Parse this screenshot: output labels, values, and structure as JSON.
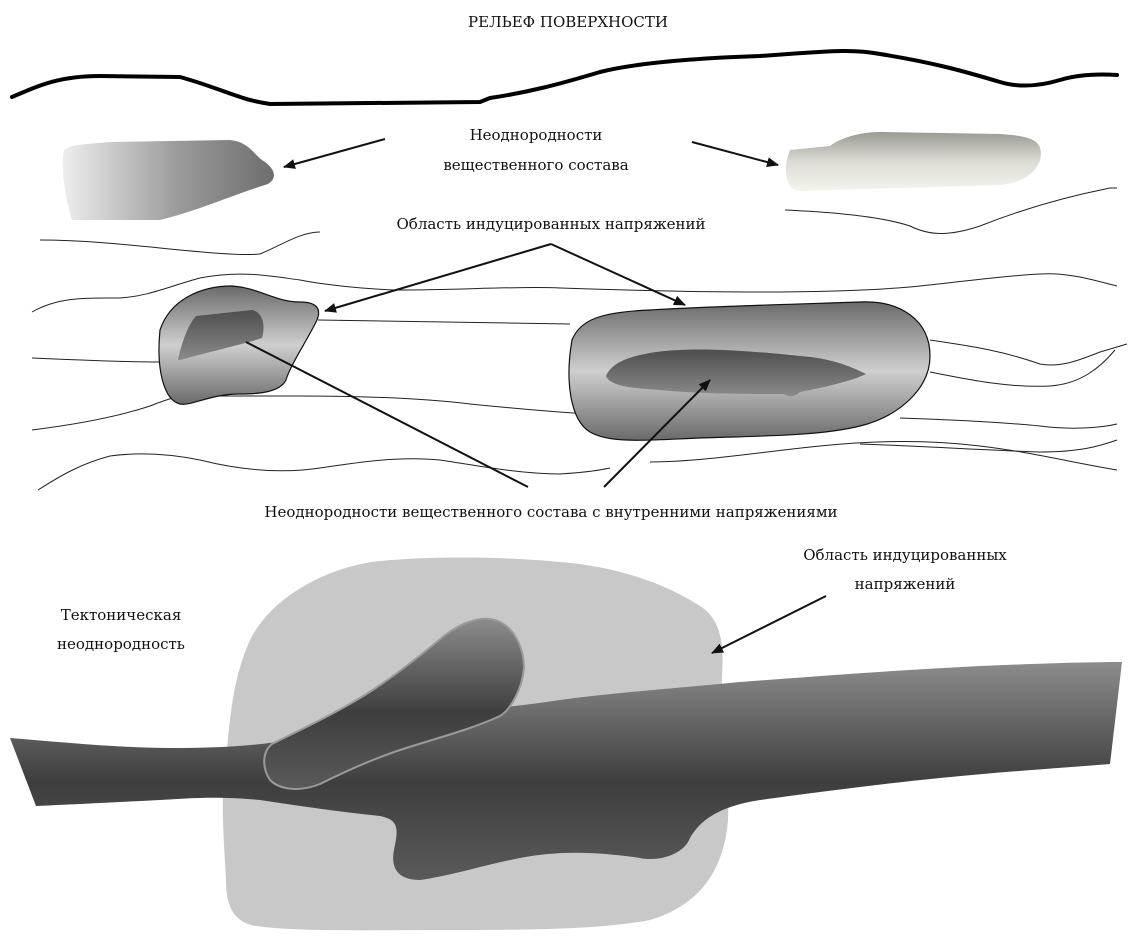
{
  "labels": {
    "relief": "РЕЛЬЕФ ПОВЕРХНОСТИ",
    "heterogeneity_line1": "Неоднородности",
    "heterogeneity_line2": "вещественного состава",
    "induced_stress_top": "Область индуцированных напряжений",
    "heterogeneity_internal": "Неоднородности вещественного состава с внутренними напряжениями",
    "induced_stress_bottom_line1": "Область индуцированных",
    "induced_stress_bottom_line2": "напряжений",
    "tectonic_line1": "Тектоническая",
    "tectonic_line2": "неоднородность"
  },
  "colors": {
    "background": "#ffffff",
    "ink": "#111111",
    "halo_light": "#c8c8c8",
    "fault_dark": "#4a4a4a"
  }
}
